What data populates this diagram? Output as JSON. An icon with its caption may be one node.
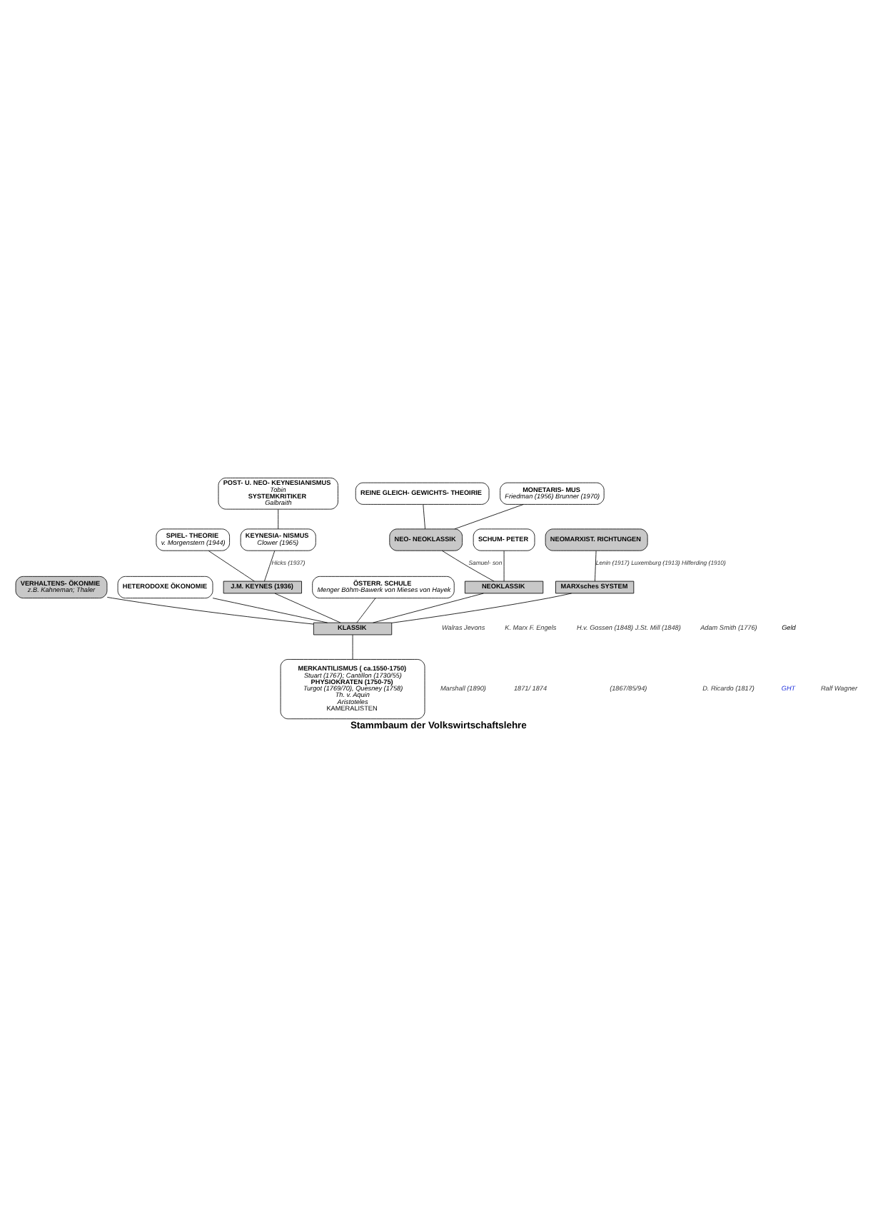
{
  "diagram": {
    "title": "Stammbaum der Volkswirtschaftslehre",
    "nodes": [
      {
        "text": [
          "REINE GLEICH- GEWICHTS- THEOIRIE"
        ]
      },
      {
        "text": [
          "MONETARIS- MUS",
          "Friedman (1956) Brunner (1970)"
        ]
      },
      {
        "text": [
          "POST- U. NEO- KEYNESIANISMUS",
          "Tobin",
          "SYSTEMKRITIKER",
          "Galbraith"
        ]
      },
      {
        "text": [
          "VERHALTENS- ÖKONMIE",
          "z.B. Kahneman; Thaler"
        ]
      },
      {
        "text": [
          "NEO- NEOKLASSIK"
        ]
      },
      {
        "text": [
          "SPIEL- THEORIE",
          "v. Morgenstern (1944)"
        ]
      },
      {
        "text": [
          "KEYNESIA- NISMUS",
          "Clower (1965)"
        ]
      },
      {
        "text": [
          "HETERODOXE ÖKONOMIE"
        ]
      },
      {
        "text": [
          "SCHUM- PETER"
        ]
      },
      {
        "text": [
          "NEOMARXIST. RICHTUNGEN"
        ]
      },
      {
        "text": [
          "J.M. KEYNES (1936)"
        ]
      },
      {
        "text": [
          "ÖSTERR. SCHULE",
          "Menger Böhm-Bawerk von Mieses von Hayek"
        ]
      },
      {
        "text": [
          "NEOKLASSIK"
        ]
      },
      {
        "text": [
          "MARXsches SYSTEM"
        ]
      },
      {
        "text": [
          "KLASSIK"
        ]
      },
      {
        "text": [
          "MERKANTILISMUS ( ca.1550-1750)",
          "Stuart (1767); Cantillon (1730/55)",
          "PHYSIOKRATEN (1750-75)",
          "Turgot (1769/70), Quesney (1758)",
          "Th. v. Aquin",
          "Aristoteles",
          "KAMERALISTEN"
        ]
      }
    ],
    "edges": [
      {
        "from": 15,
        "to": 14,
        "arrow": "none"
      },
      {
        "from": 14,
        "to": 12,
        "arrow": "none"
      },
      {
        "from": 14,
        "to": 13,
        "arrow": "none"
      },
      {
        "from": 14,
        "to": 11,
        "arrow": "none"
      },
      {
        "from": 14,
        "to": 10,
        "arrow": "none"
      },
      {
        "from": 14,
        "to": 7,
        "arrow": "none"
      },
      {
        "from": 14,
        "to": 3,
        "arrow": "none"
      },
      {
        "from": 12,
        "to": 8,
        "arrow": "none"
      },
      {
        "from": 12,
        "to": 4,
        "label": "Samuel- son",
        "arrow": "none"
      },
      {
        "from": 4,
        "to": 0,
        "arrow": "none"
      },
      {
        "from": 4,
        "to": 1,
        "arrow": "none"
      },
      {
        "from": 10,
        "to": 5,
        "arrow": "none"
      },
      {
        "from": 10,
        "to": 6,
        "label": "Hicks (1937)",
        "arrow": "none"
      },
      {
        "from": 6,
        "to": 2,
        "arrow": "none"
      },
      {
        "from": 13,
        "to": 9,
        "label": "Lenin (1917) Luxemburg (1913) Hilferding (1910)",
        "arrow": "none"
      }
    ],
    "labels": [
      "Marshall (1890)",
      "Walras Jevons",
      "1871/ 1874",
      "K. Marx F. Engels",
      "(1867/85/94)",
      "H.v. Gossen (1848) J.St. Mill (1848)",
      "D. Ricardo (1817)",
      "Adam Smith (1776)",
      "GHT",
      "Geld",
      "Ralf Wagner"
    ]
  }
}
